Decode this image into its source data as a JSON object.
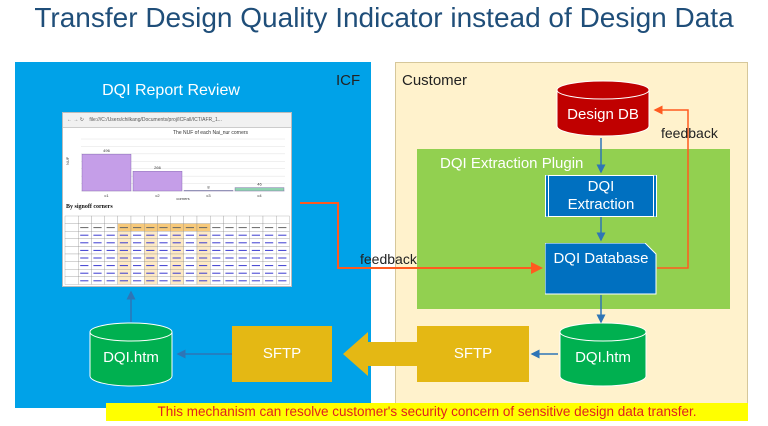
{
  "title": "Transfer Design Quality Indicator instead of Design Data",
  "icf": {
    "label": "ICF",
    "review_title": "DQI Report Review",
    "browser_url": "file:///C:/Users/chilkang/Documents/proj/ICFall/ICT/AFR_1...",
    "chart_title": "The NUF of each Nai_nur corners",
    "section_heading": "By signoff corners",
    "sftp_label": "SFTP",
    "file_label": "DQI.htm"
  },
  "customer": {
    "label": "Customer",
    "design_db": "Design DB",
    "plugin_label": "DQI Extraction Plugin",
    "extraction": "DQI Extraction",
    "database": "DQI Database",
    "sftp_label": "SFTP",
    "file_label": "DQI.htm",
    "feedback_top": "feedback"
  },
  "feedback_left": "feedback",
  "note": "This mechanism can resolve customer's security concern of sensitive design data transfer.",
  "colors": {
    "icf": "#00a2e8",
    "customer": "#fff2cc",
    "plugin": "#92d050",
    "process": "#0070c0",
    "db": "#c00000",
    "file": "#00b050",
    "sftp": "#e4b814",
    "feedback": "#ff5a1f"
  },
  "chart_data": {
    "type": "bar",
    "categories": [
      "c1",
      "c2",
      "c3",
      "c4"
    ],
    "values": [
      496,
      266,
      8,
      46
    ],
    "title": "The NUF of each Nai_nur corners",
    "xlabel": "corners",
    "ylabel": "NUF",
    "ylim": [
      0,
      700
    ]
  }
}
